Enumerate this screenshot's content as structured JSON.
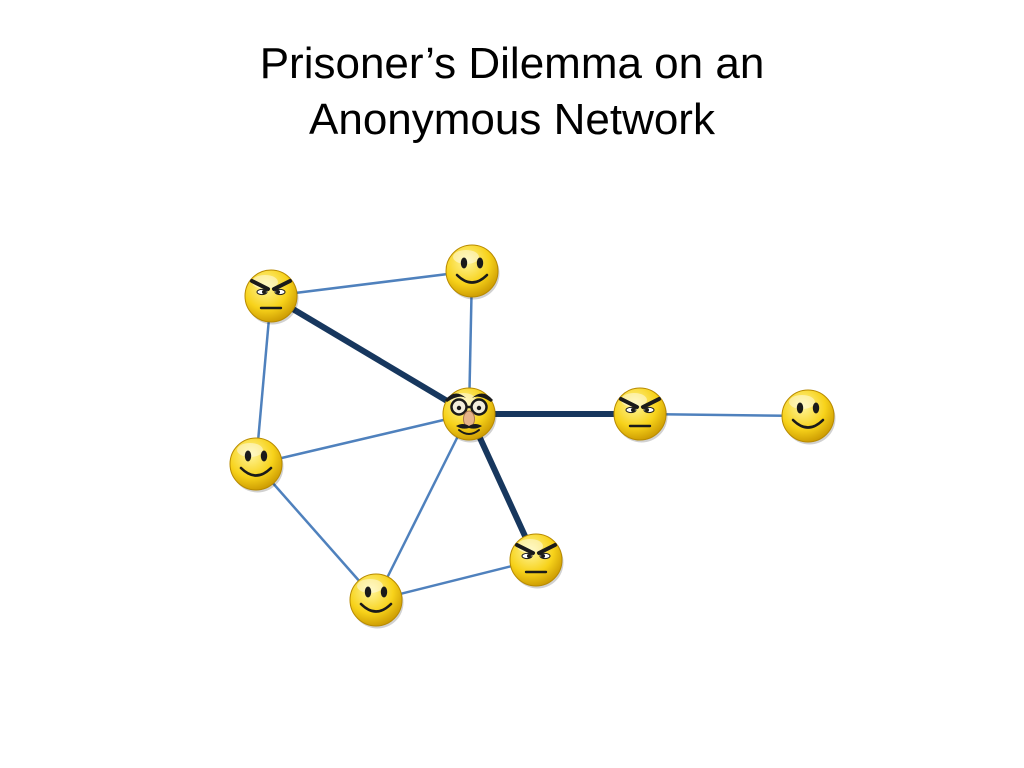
{
  "slide": {
    "title_line1": "Prisoner’s Dilemma on an",
    "title_line2": "Anonymous Network"
  },
  "colors": {
    "weak_edge": "#4f81bd",
    "strong_edge": "#17375e",
    "face_light": "#fff59a",
    "face_mid": "#f7d21a",
    "face_dark": "#c99700",
    "feature": "#1a1a1a"
  },
  "nodes": [
    {
      "id": "center",
      "face": "disguise"
    },
    {
      "id": "top",
      "face": "happy"
    },
    {
      "id": "top-left",
      "face": "angry"
    },
    {
      "id": "left",
      "face": "happy"
    },
    {
      "id": "bottom",
      "face": "happy"
    },
    {
      "id": "bottom-right",
      "face": "angry"
    },
    {
      "id": "right",
      "face": "angry"
    },
    {
      "id": "far-right",
      "face": "happy"
    }
  ],
  "edges": [
    {
      "from": "top-left",
      "to": "top",
      "weight": "thin"
    },
    {
      "from": "top-left",
      "to": "left",
      "weight": "thin"
    },
    {
      "from": "top-left",
      "to": "center",
      "weight": "thick"
    },
    {
      "from": "top",
      "to": "center",
      "weight": "thin"
    },
    {
      "from": "left",
      "to": "center",
      "weight": "thin"
    },
    {
      "from": "left",
      "to": "bottom",
      "weight": "thin"
    },
    {
      "from": "bottom",
      "to": "center",
      "weight": "thin"
    },
    {
      "from": "bottom",
      "to": "bottom-right",
      "weight": "thin"
    },
    {
      "from": "center",
      "to": "bottom-right",
      "weight": "thick"
    },
    {
      "from": "center",
      "to": "right",
      "weight": "thick"
    },
    {
      "from": "right",
      "to": "far-right",
      "weight": "thin"
    }
  ]
}
